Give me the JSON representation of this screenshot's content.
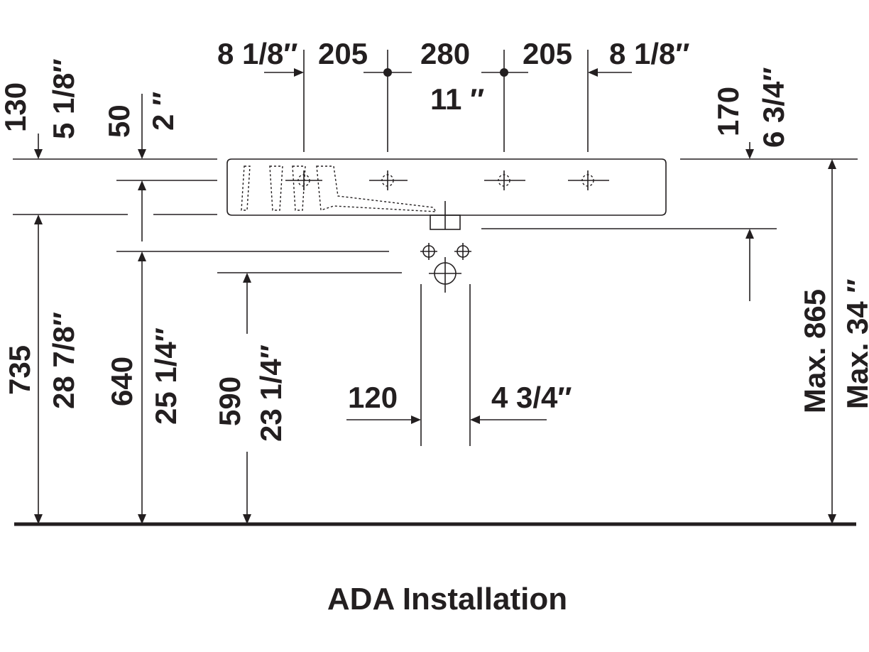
{
  "top_dims": {
    "left_imperial": "8 1/8″",
    "left_metric": "205",
    "center_metric": "280",
    "center_imperial": "11 ″",
    "right_metric": "205",
    "right_imperial": "8 1/8″"
  },
  "left_dims": {
    "d130": "130",
    "d130_imperial": "5 1/8″",
    "d50": "50",
    "d50_imperial": "2 ″",
    "d735": "735",
    "d735_imperial": "28 7/8″",
    "d640": "640",
    "d640_imperial": "25 1/4″",
    "d590": "590",
    "d590_imperial": "23 1/4″"
  },
  "right_dims": {
    "d170": "170",
    "d170_imperial": "6 3/4″",
    "max_metric": "Max. 865",
    "max_imperial": "Max. 34 ″"
  },
  "bottom_dims": {
    "d120": "120",
    "d120_imperial": "4 3/4″"
  },
  "title": "ADA Installation"
}
